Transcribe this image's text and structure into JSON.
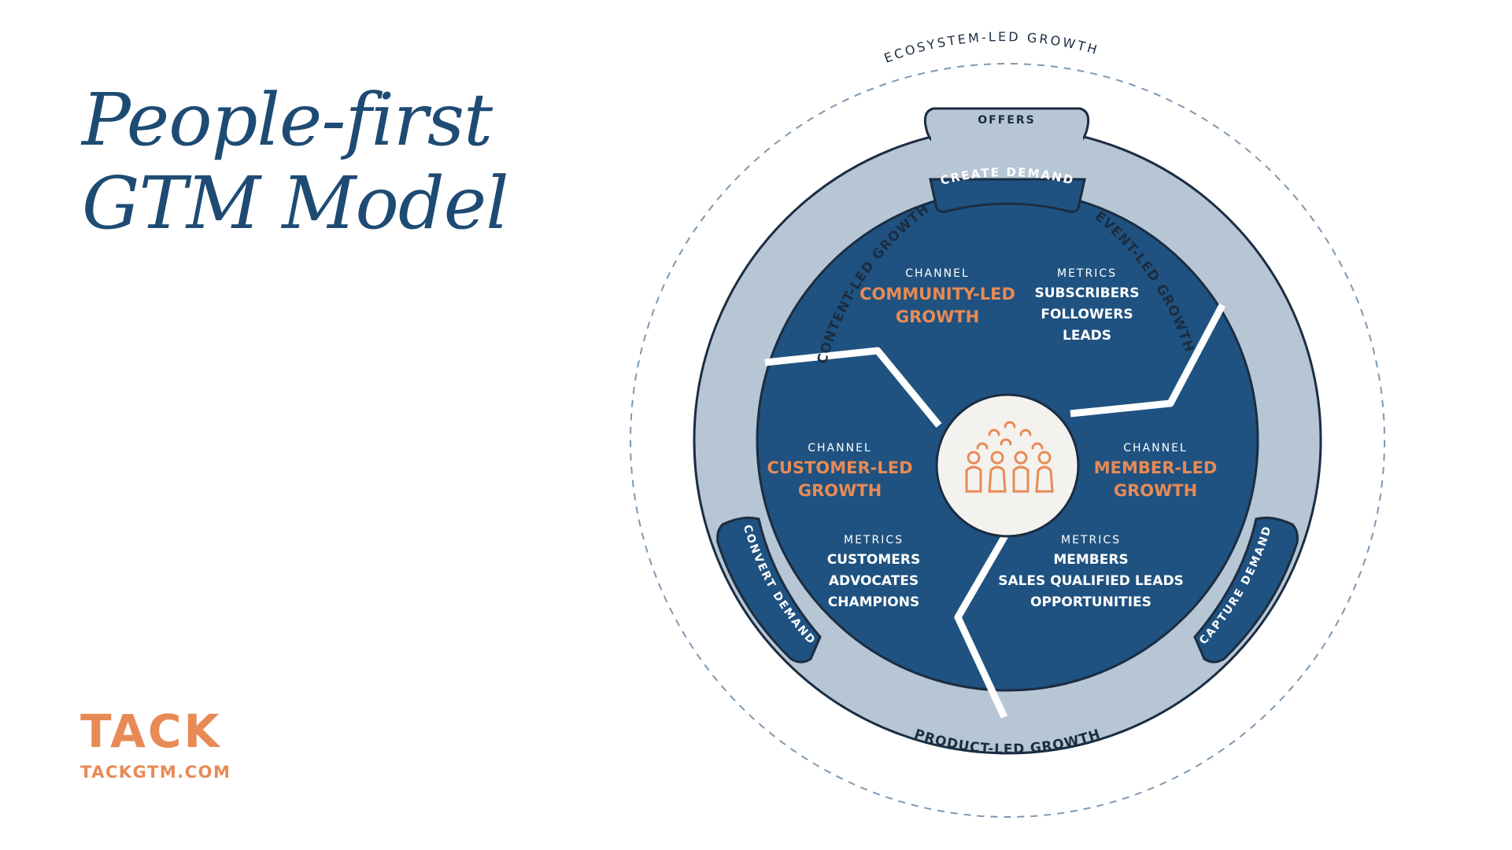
{
  "title": {
    "line1": "People-first",
    "line2": "GTM Model"
  },
  "logo": {
    "word": "TACK",
    "url": "TACKGTM.COM"
  },
  "colors": {
    "navy": "#1f5280",
    "ring": "#b7c6d4",
    "outline": "#1b2d42",
    "orange": "#e88a55",
    "title": "#1e4b73"
  },
  "diagram": {
    "outer_label": "ECOSYSTEM-LED GROWTH",
    "ring_labels": {
      "top_left": "CONTENT-LED GROWTH",
      "top_right": "EVENT-LED GROWTH",
      "bottom": "PRODUCT-LED GROWTH"
    },
    "tabs": {
      "offers": "OFFERS",
      "create": "CREATE DEMAND",
      "convert": "CONVERT DEMAND",
      "capture": "CAPTURE DEMAND"
    },
    "center_icon": "people-group-icon",
    "sections": [
      {
        "channel_heading": "CHANNEL",
        "channel_line1": "COMMUNITY-LED",
        "channel_line2": "GROWTH",
        "metrics_heading": "METRICS",
        "metrics": [
          "SUBSCRIBERS",
          "FOLLOWERS",
          "LEADS"
        ]
      },
      {
        "channel_heading": "CHANNEL",
        "channel_line1": "CUSTOMER-LED",
        "channel_line2": "GROWTH",
        "metrics_heading": "METRICS",
        "metrics": [
          "CUSTOMERS",
          "ADVOCATES",
          "CHAMPIONS"
        ]
      },
      {
        "channel_heading": "CHANNEL",
        "channel_line1": "MEMBER-LED",
        "channel_line2": "GROWTH",
        "metrics_heading": "METRICS",
        "metrics": [
          "MEMBERS",
          "SALES QUALIFIED LEADS",
          "OPPORTUNITIES"
        ]
      }
    ]
  }
}
